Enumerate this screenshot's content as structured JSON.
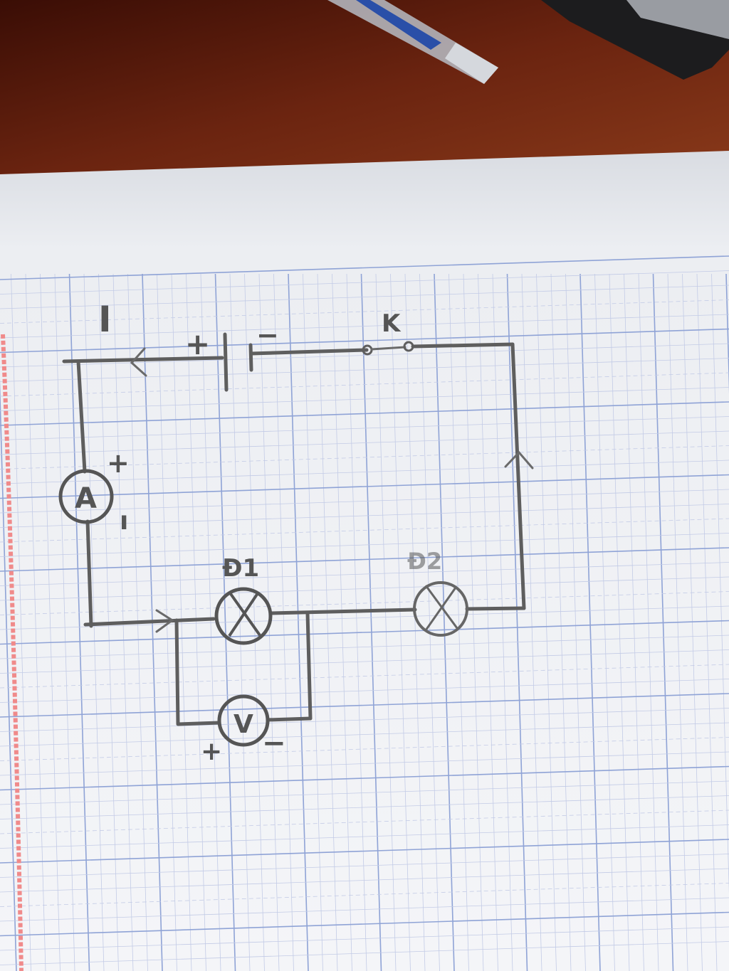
{
  "labels": {
    "current": "I",
    "switch": "K",
    "battery_plus": "+",
    "battery_minus": "−",
    "ammeter": "A",
    "ammeter_plus": "+",
    "ammeter_minus": "ı",
    "lamp1": "Đ1",
    "lamp2": "Đ2",
    "voltmeter": "V",
    "voltmeter_plus": "+",
    "voltmeter_minus": "−"
  },
  "colors": {
    "table": "#5a1a0c",
    "paper": "#f2f4f8",
    "grid_major": "#8fa3d6",
    "grid_minor": "#c3cbe6",
    "margin_line": "#f08a8a",
    "pencil": "#5e5e5e"
  }
}
